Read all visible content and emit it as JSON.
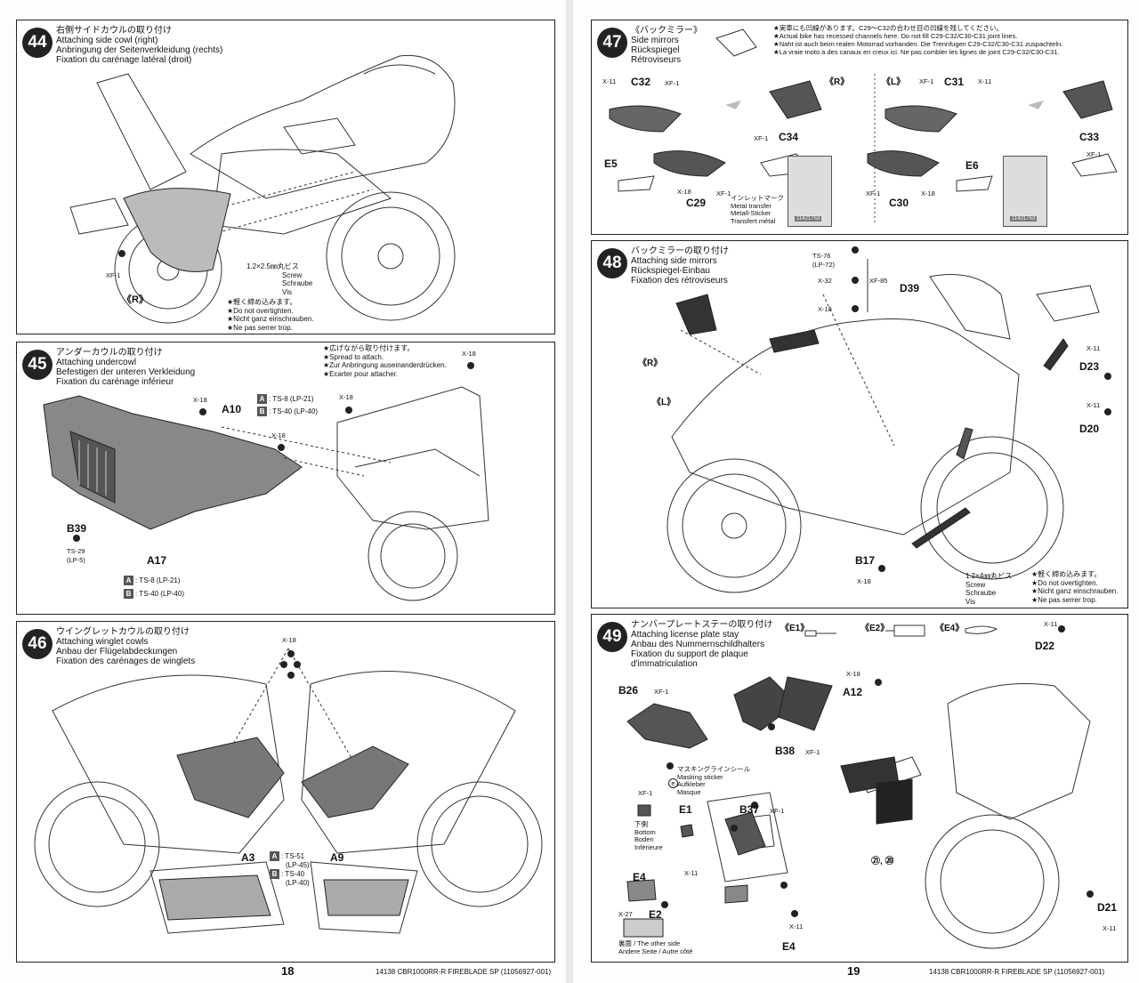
{
  "pages": {
    "left_number": "18",
    "right_number": "19",
    "footer_left": "14138  CBR1000RR-R FIREBLADE SP (11056927-001)",
    "footer_right": "14138  CBR1000RR-R FIREBLADE SP (11056927-001)"
  },
  "steps": {
    "s44": {
      "number": "44",
      "title": [
        "右側サイドカウルの取り付け",
        "Attaching side cowl (right)",
        "Anbringung der Seitenverkleidung (rechts)",
        "Fixation du carénage latéral (droit)"
      ],
      "xf1": "XF-1",
      "side": "《R》",
      "screw": [
        "1.2×2.5㎜丸ビス",
        "Screw",
        "Schraube",
        "Vis"
      ],
      "warning": [
        "★軽く締め込みます。",
        "★Do not overtighten.",
        "★Nicht ganz einschrauben.",
        "★Ne pas serrer trop."
      ]
    },
    "s45": {
      "number": "45",
      "title": [
        "アンダーカウルの取り付け",
        "Attaching undercowl",
        "Befestigen der unteren Verkleidung",
        "Fixation du carénage inférieur"
      ],
      "spread": [
        "★広げながら取り付けます。",
        "★Spread to attach.",
        "★Zur Anbringung auseinanderdrücken.",
        "★Ecarter pour attacher."
      ],
      "parts": {
        "a10": "A10",
        "b39": "B39",
        "a17": "A17",
        "x18a": "X-18",
        "x18b": "X-18",
        "x18c": "X-18",
        "x18d": "X-18",
        "ts29": "TS-29",
        "lp5": "(LP-5)"
      },
      "paint_top": {
        "a": "A",
        "a_text": ": TS-8 (LP-21)",
        "b": "B",
        "b_text": ": TS-40 (LP-40)"
      },
      "paint_bottom": {
        "a": "A",
        "a_text": ": TS-8 (LP-21)",
        "b": "B",
        "b_text": ": TS-40 (LP-40)"
      }
    },
    "s46": {
      "number": "46",
      "title": [
        "ウイングレットカウルの取り付け",
        "Attaching winglet cowls",
        "Anbau der Flügelabdeckungen",
        "Fixation des carénages de winglets"
      ],
      "parts": {
        "x18": "X-18",
        "a3": "A3",
        "a9": "A9"
      },
      "paint": {
        "a": "A",
        "a_text": ": TS-51",
        "a_sub": "(LP-45)",
        "b": "B",
        "b_text": ": TS-40",
        "b_sub": "(LP-40)"
      }
    },
    "s47": {
      "number": "47",
      "title": [
        "《バックミラー》",
        "Side mirrors",
        "Rückspiegel",
        "Rétroviseurs"
      ],
      "note": [
        "★実車にも凹線があります。C29〜C32の合わせ目の凹線を残してください。",
        "★Actual bike has recessed channels here. Do not fill C29-C32/C30-C31 joint lines.",
        "★Naht ist auch beim realen Motorrad vorhanden. Die Trennfugen C29-C32/C30-C31 zuspachteln.",
        "★La vraie moto a des canaux en creux ici. Ne pas combler les lignes de joint C29-C32/C30-C31."
      ],
      "parts": {
        "c32": "C32",
        "c29": "C29",
        "c34": "C34",
        "e5": "E5",
        "c31": "C31",
        "c30": "C30",
        "c33": "C33",
        "e6": "E6",
        "x11": "X-11",
        "x18": "X-18",
        "xf1": "XF-1"
      },
      "right": "《R》",
      "left": "《L》",
      "transfer": [
        "インレットマーク",
        "Metal transfer",
        "Metall-Sticker",
        "Transfert métal"
      ],
      "decal_code": "11421753"
    },
    "s48": {
      "number": "48",
      "title": [
        "バックミラーの取り付け",
        "Attaching side mirrors",
        "Rückspiegel-Einbau",
        "Fixation des rétroviseurs"
      ],
      "parts": {
        "d39": "D39",
        "d23": "D23",
        "d20": "D20",
        "b17": "B17",
        "x11": "X-11",
        "x18": "X-18",
        "x32": "X-32",
        "xf85": "XF-85",
        "ts76": "TS-76",
        "lp72": "(LP-72)"
      },
      "right": "《R》",
      "left": "《L》",
      "screw": [
        "1.2×4㎜丸ビス",
        "Screw",
        "Schraube",
        "Vis"
      ],
      "warning": [
        "★軽く締め込みます。",
        "★Do not overtighten.",
        "★Nicht ganz einschrauben.",
        "★Ne pas serrer trop."
      ]
    },
    "s49": {
      "number": "49",
      "title": [
        "ナンバープレートステーの取り付け",
        "Attaching license plate stay",
        "Anbau des Nummernschildhalters",
        "Fixation du support de plaque",
        "d'immatriculation"
      ],
      "refs": {
        "e1": "《E1》",
        "e2": "《E2》",
        "e4": "《E4》"
      },
      "parts": {
        "b26": "B26",
        "a12": "A12",
        "b38": "B38",
        "b37": "B37",
        "e1": "E1",
        "e2": "E2",
        "e4a": "E4",
        "e4b": "E4",
        "d22": "D22",
        "d21": "D21",
        "x11": "X-11",
        "x18": "X-18",
        "x27": "X-27",
        "xf1": "XF-1"
      },
      "masking": [
        "マスキングラインシール",
        "Masking sticker",
        "Aufkleber",
        "Masque"
      ],
      "bottom": [
        "下側",
        "Bottom",
        "Boden",
        "Inférieure"
      ],
      "other_side": [
        "裏面 / The other side",
        "Andere Seite / Autre côté"
      ],
      "decals": "㉑, ⑳",
      "circle_e": "e"
    }
  }
}
